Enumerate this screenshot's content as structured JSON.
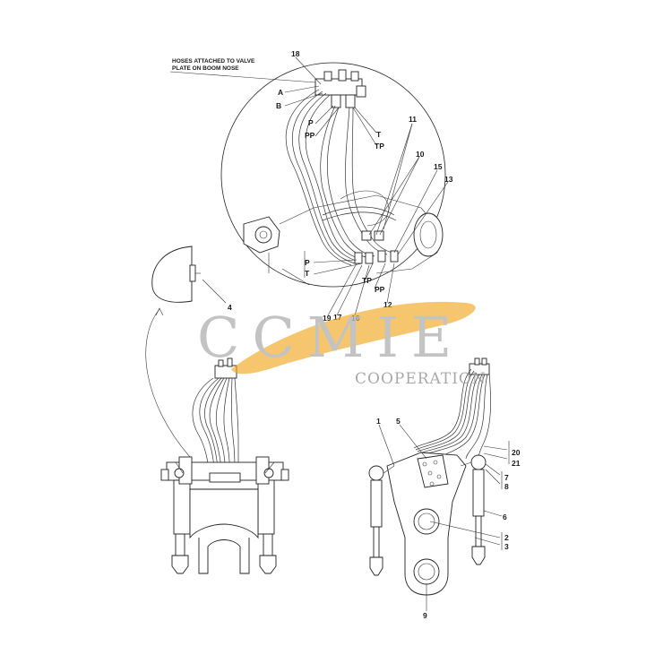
{
  "note": {
    "line1": "HOSES ATTACHED TO VALVE",
    "line2": "PLATE ON BOOM NOSE"
  },
  "watermark": {
    "logo_text": "CCMIE",
    "sub_text": "COOPERATION",
    "swoosh_color": "#f2a51c",
    "letter_color": "#b9b9b9"
  },
  "callouts": {
    "n18": "18",
    "A": "A",
    "B": "B",
    "P1": "P",
    "PP1": "PP",
    "T1": "T",
    "TP1": "TP",
    "n11": "11",
    "n10": "10",
    "n15": "15",
    "n13": "13",
    "P2": "P",
    "T2": "T",
    "TP2": "TP",
    "PP2": "PP",
    "n12": "12",
    "n19": "19",
    "n17": "17",
    "n16": "16",
    "n4": "4",
    "n1": "1",
    "n5": "5",
    "n20": "20",
    "n21": "21",
    "n7": "7",
    "n8": "8",
    "n6": "6",
    "n2": "2",
    "n3": "3",
    "n9": "9"
  }
}
